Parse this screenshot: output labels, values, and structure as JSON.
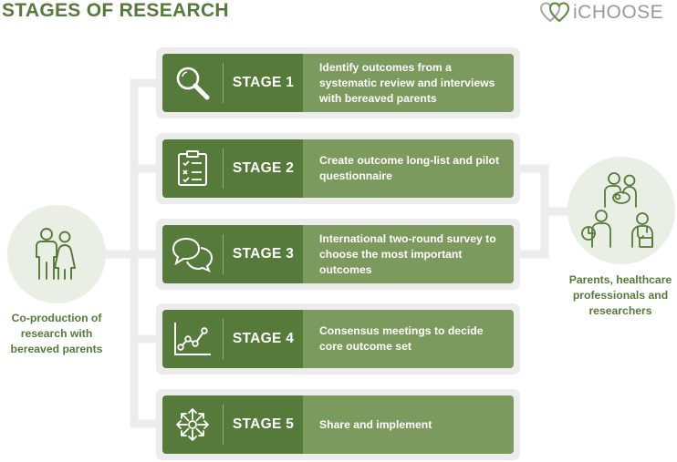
{
  "header": {
    "title": "STAGES OF RESEARCH",
    "logo_text": "iCHOOSE"
  },
  "stages": [
    {
      "label": "STAGE 1",
      "description": "Identify outcomes from a systematic review and interviews with bereaved parents",
      "icon": "magnifier-icon"
    },
    {
      "label": "STAGE 2",
      "description": "Create outcome long-list and pilot questionnaire",
      "icon": "clipboard-checklist-icon"
    },
    {
      "label": "STAGE 3",
      "description": "International two-round survey to choose the most important outcomes",
      "icon": "speech-bubbles-icon"
    },
    {
      "label": "STAGE 4",
      "description": "Consensus meetings to decide core outcome set",
      "icon": "line-chart-icon"
    },
    {
      "label": "STAGE 5",
      "description": "Share and implement",
      "icon": "arrows-outward-icon"
    }
  ],
  "left_node": {
    "caption": "Co-production of research with bereaved parents",
    "icon": "parents-icon"
  },
  "right_node": {
    "caption": "Parents, healthcare professionals and researchers",
    "icon": "parents-and-professionals-icon"
  },
  "colors": {
    "dark_green": "#557a3a",
    "mid_green": "#7c9a5d",
    "light_gray": "#ececec",
    "circle_bg": "#eaefe5",
    "logo_gray": "#9a9a9a"
  }
}
